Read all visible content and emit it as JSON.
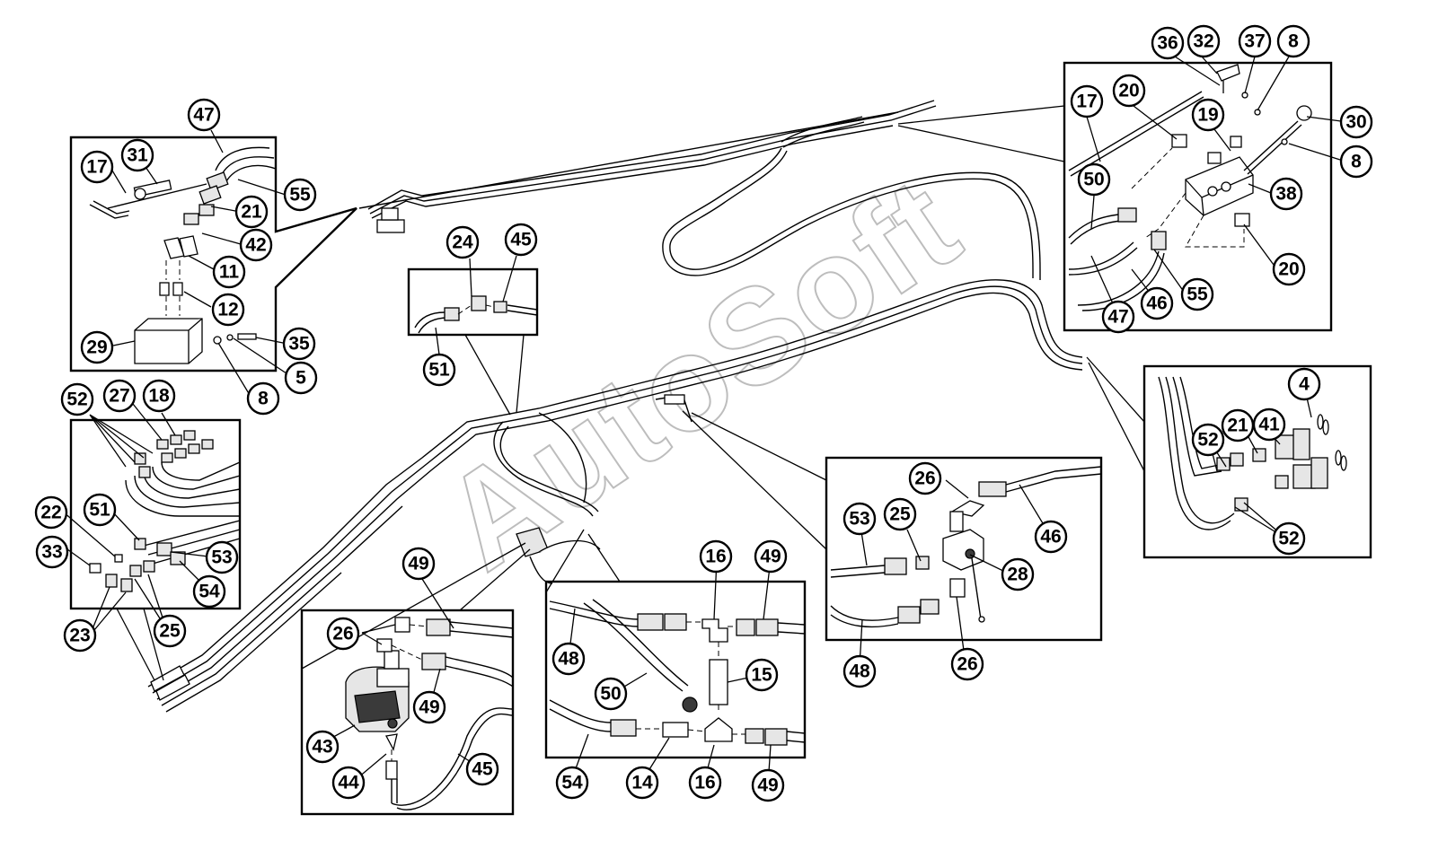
{
  "watermark": "AutoSoft",
  "balloons": [
    {
      "id": "b47a",
      "label": "47"
    },
    {
      "id": "b17a",
      "label": "17"
    },
    {
      "id": "b31",
      "label": "31"
    },
    {
      "id": "b55a",
      "label": "55"
    },
    {
      "id": "b21a",
      "label": "21"
    },
    {
      "id": "b42",
      "label": "42"
    },
    {
      "id": "b11",
      "label": "11"
    },
    {
      "id": "b12",
      "label": "12"
    },
    {
      "id": "b29",
      "label": "29"
    },
    {
      "id": "b35",
      "label": "35"
    },
    {
      "id": "b5",
      "label": "5"
    },
    {
      "id": "b8a",
      "label": "8"
    },
    {
      "id": "b24",
      "label": "24"
    },
    {
      "id": "b45a",
      "label": "45"
    },
    {
      "id": "b51a",
      "label": "51"
    },
    {
      "id": "b36",
      "label": "36"
    },
    {
      "id": "b32",
      "label": "32"
    },
    {
      "id": "b37",
      "label": "37"
    },
    {
      "id": "b8b",
      "label": "8"
    },
    {
      "id": "b17b",
      "label": "17"
    },
    {
      "id": "b20a",
      "label": "20"
    },
    {
      "id": "b19",
      "label": "19"
    },
    {
      "id": "b30",
      "label": "30"
    },
    {
      "id": "b8c",
      "label": "8"
    },
    {
      "id": "b50a",
      "label": "50"
    },
    {
      "id": "b38",
      "label": "38"
    },
    {
      "id": "b20b",
      "label": "20"
    },
    {
      "id": "b55b",
      "label": "55"
    },
    {
      "id": "b46a",
      "label": "46"
    },
    {
      "id": "b47b",
      "label": "47"
    },
    {
      "id": "b52a",
      "label": "52"
    },
    {
      "id": "b27",
      "label": "27"
    },
    {
      "id": "b18",
      "label": "18"
    },
    {
      "id": "b22",
      "label": "22"
    },
    {
      "id": "b51b",
      "label": "51"
    },
    {
      "id": "b33",
      "label": "33"
    },
    {
      "id": "b53a",
      "label": "53"
    },
    {
      "id": "b54a",
      "label": "54"
    },
    {
      "id": "b23",
      "label": "23"
    },
    {
      "id": "b25a",
      "label": "25"
    },
    {
      "id": "b4",
      "label": "4"
    },
    {
      "id": "b41",
      "label": "41"
    },
    {
      "id": "b21b",
      "label": "21"
    },
    {
      "id": "b52b",
      "label": "52"
    },
    {
      "id": "b52c",
      "label": "52"
    },
    {
      "id": "b26a",
      "label": "26"
    },
    {
      "id": "b53b",
      "label": "53"
    },
    {
      "id": "b25b",
      "label": "25"
    },
    {
      "id": "b46b",
      "label": "46"
    },
    {
      "id": "b28",
      "label": "28"
    },
    {
      "id": "b48a",
      "label": "48"
    },
    {
      "id": "b26b",
      "label": "26"
    },
    {
      "id": "b49a",
      "label": "49"
    },
    {
      "id": "b26c",
      "label": "26"
    },
    {
      "id": "b49b",
      "label": "49"
    },
    {
      "id": "b43",
      "label": "43"
    },
    {
      "id": "b44",
      "label": "44"
    },
    {
      "id": "b45b",
      "label": "45"
    },
    {
      "id": "b16a",
      "label": "16"
    },
    {
      "id": "b49c",
      "label": "49"
    },
    {
      "id": "b48b",
      "label": "48"
    },
    {
      "id": "b15",
      "label": "15"
    },
    {
      "id": "b50b",
      "label": "50"
    },
    {
      "id": "b54b",
      "label": "54"
    },
    {
      "id": "b14",
      "label": "14"
    },
    {
      "id": "b16b",
      "label": "16"
    },
    {
      "id": "b49d",
      "label": "49"
    }
  ]
}
